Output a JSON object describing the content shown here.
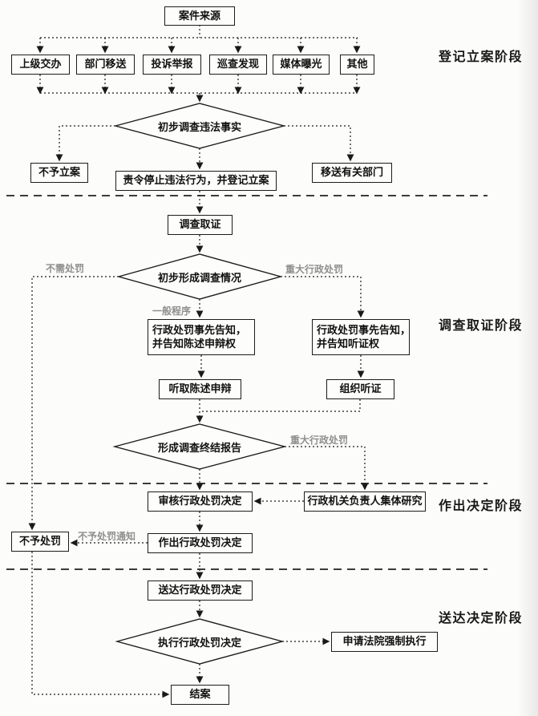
{
  "stages": {
    "s1": "登记立案阶段",
    "s2": "调查取证阶段",
    "s3": "作出决定阶段",
    "s4": "送达决定阶段"
  },
  "nodes": {
    "case_source": "案件来源",
    "sources": [
      "上级交办",
      "部门移送",
      "投诉举报",
      "巡查发现",
      "媒体曝光",
      "其他"
    ],
    "d1": "初步调查违法事实",
    "no_filing": "不予立案",
    "order_stop": "责令停止违法行为，并登记立案",
    "transfer": "移送有关部门",
    "investigate": "调查取证",
    "d2": "初步形成调查情况",
    "notice_left_l1": "行政处罚事先告知，",
    "notice_left_l2": "并告知陈述申辩权",
    "notice_right_l1": "行政处罚事先告知，",
    "notice_right_l2": "并告知听证权",
    "hear_statement": "听取陈述申辩",
    "organize_hearing": "组织听证",
    "d3": "形成调查终结报告",
    "review": "审核行政处罚决定",
    "collective": "行政机关负责人集体研究",
    "no_penalty": "不予处罚",
    "make_decision": "作出行政处罚决定",
    "deliver": "送达行政处罚决定",
    "d4": "执行行政处罚决定",
    "court_enforce": "申请法院强制执行",
    "close_case": "结案"
  },
  "edge_labels": {
    "no_penalty_needed": "不需处罚",
    "major_penalty_1": "重大行政处罚",
    "general_procedure": "一般程序",
    "major_penalty_2": "重大行政处罚",
    "no_penalty_notice": "不予处罚通知"
  },
  "colors": {
    "ink": "#1a1a1a",
    "muted_label": "#8f8f8f",
    "background": "#fcfcfa"
  }
}
